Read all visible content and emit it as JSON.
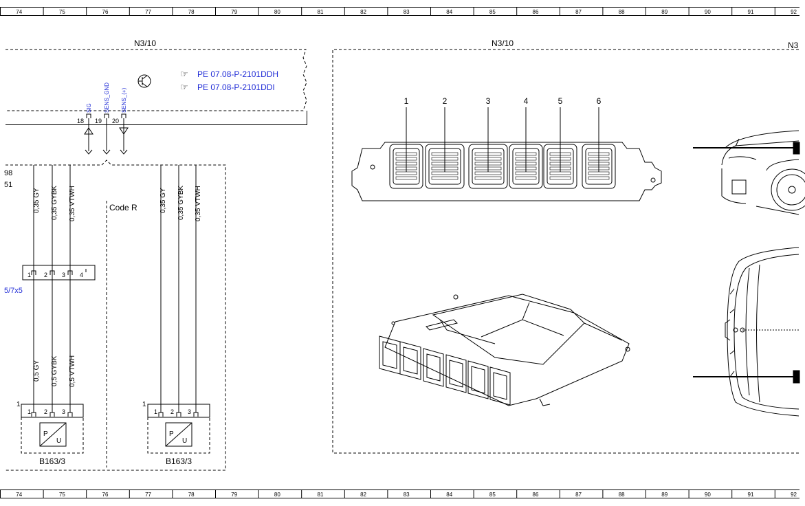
{
  "ruler": {
    "cells": [
      "74",
      "75",
      "76",
      "77",
      "78",
      "79",
      "80",
      "81",
      "82",
      "83",
      "84",
      "85",
      "86",
      "87",
      "88",
      "89",
      "90",
      "91",
      "92"
    ]
  },
  "left_panel": {
    "component_label": "N3/10",
    "pins": [
      {
        "signal": "SIG",
        "number": "18"
      },
      {
        "signal": "SENS_GND",
        "number": "19"
      },
      {
        "signal": "SENS_(+)",
        "number": "20"
      }
    ],
    "references": [
      "PE 07.08-P-2101DDH",
      "PE 07.08-P-2101DDI"
    ],
    "side_labels": [
      "98",
      "51"
    ],
    "code_label": "Code R",
    "connector_ref": "5/7x5",
    "connector_pins": [
      "1",
      "2",
      "3",
      "4"
    ],
    "left_wires_top": [
      "0,35 GY",
      "0,35 GYBK",
      "0,35 VTWH"
    ],
    "left_wires_bottom": [
      "0,5 GY",
      "0,5 GYBK",
      "0,5 VTWH"
    ],
    "right_wires_top": [
      "0,35 GY",
      "0,35 GYBK",
      "0,35 VTWH"
    ],
    "sensor_pins": [
      "1",
      "2",
      "3"
    ],
    "sensor_symbol": [
      "P",
      "U"
    ],
    "sensors": [
      {
        "label": "B163/3",
        "corner": "1"
      },
      {
        "label": "B163/3",
        "corner": "1"
      }
    ]
  },
  "right_panel": {
    "component_label": "N3/10",
    "edge_label": "N3",
    "connector_numbers": [
      "1",
      "2",
      "3",
      "4",
      "5",
      "6"
    ]
  }
}
